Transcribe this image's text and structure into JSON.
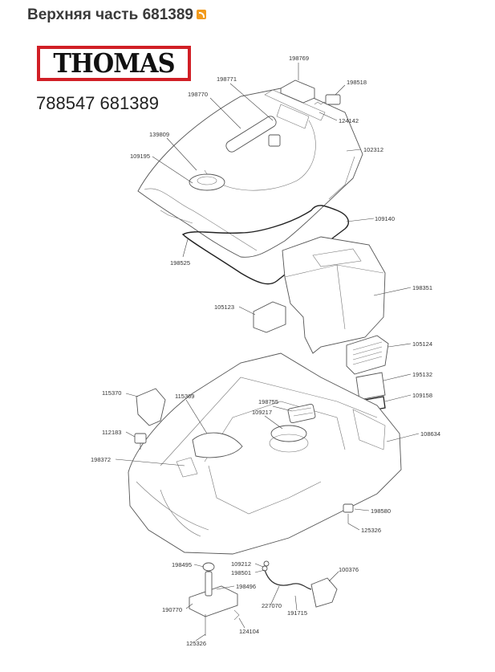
{
  "page": {
    "title": "Верхняя часть 681389",
    "rss_icon": "rss-icon",
    "logo_text": "THOMAS",
    "logo_color": "#d11f26",
    "subtitle": "788547 681389"
  },
  "parts": [
    {
      "id": "198769"
    },
    {
      "id": "198771"
    },
    {
      "id": "198518"
    },
    {
      "id": "198770"
    },
    {
      "id": "124142"
    },
    {
      "id": "139809"
    },
    {
      "id": "109195"
    },
    {
      "id": "102312"
    },
    {
      "id": "109140"
    },
    {
      "id": "198525"
    },
    {
      "id": "198351"
    },
    {
      "id": "105123"
    },
    {
      "id": "105124"
    },
    {
      "id": "195132"
    },
    {
      "id": "109158"
    },
    {
      "id": "115370"
    },
    {
      "id": "115369"
    },
    {
      "id": "198755"
    },
    {
      "id": "109217"
    },
    {
      "id": "108634"
    },
    {
      "id": "112183"
    },
    {
      "id": "198372"
    },
    {
      "id": "198580"
    },
    {
      "id": "125326"
    },
    {
      "id": "198495"
    },
    {
      "id": "109212"
    },
    {
      "id": "198501"
    },
    {
      "id": "100376"
    },
    {
      "id": "198496"
    },
    {
      "id": "227070"
    },
    {
      "id": "190770"
    },
    {
      "id": "191715"
    },
    {
      "id": "124104"
    },
    {
      "id": "125326"
    }
  ]
}
